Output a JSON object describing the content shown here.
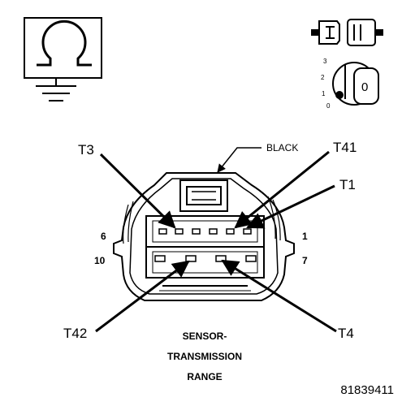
{
  "legend": {
    "ohmmeter_icon": "ohm-symbol-ground-icon",
    "connector_icon": "disconnect-connector-icon",
    "ignition_icon": "ignition-key-icon",
    "ignition_positions": [
      "3",
      "2",
      "1",
      "0"
    ],
    "ignition_key_label": "0"
  },
  "diagram": {
    "color_label": "BLACK",
    "cavity_labels": {
      "top_left": "6",
      "top_right": "1",
      "bottom_left": "10",
      "bottom_right": "7"
    },
    "terminals": {
      "t3": "T3",
      "t41": "T41",
      "t1": "T1",
      "t42": "T42",
      "t4": "T4"
    },
    "caption_lines": [
      "SENSOR-",
      "TRANSMISSION",
      "RANGE"
    ]
  },
  "figure_number": "81839411"
}
